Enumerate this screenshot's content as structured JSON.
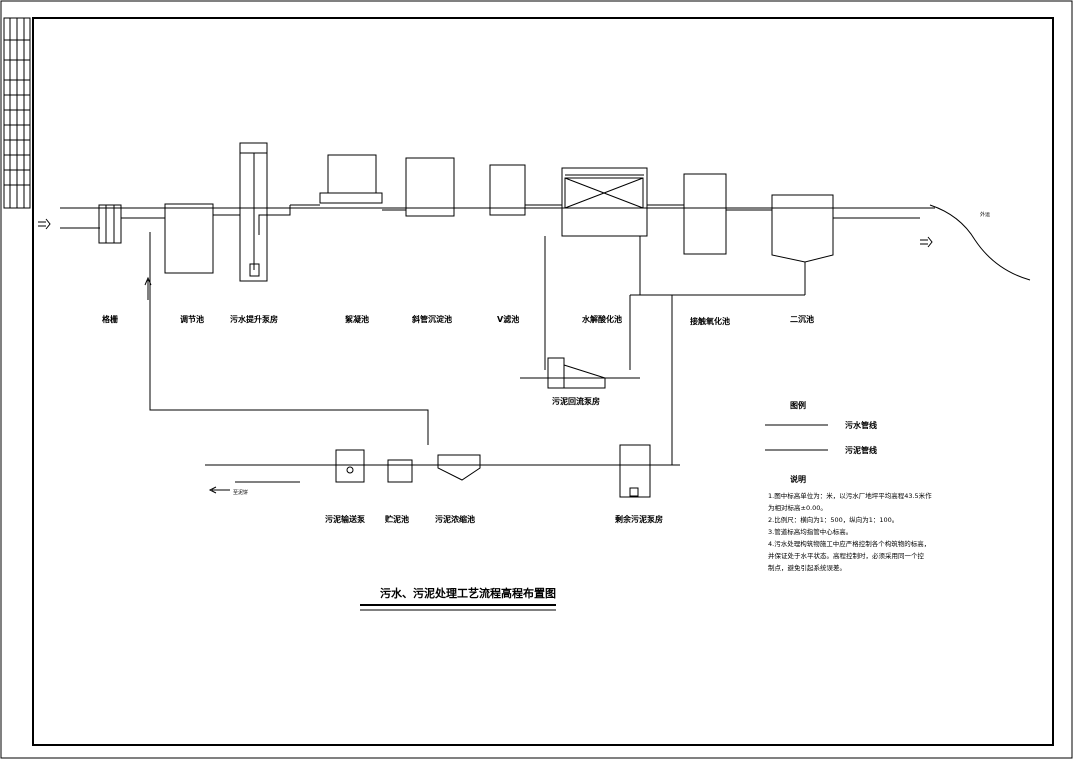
{
  "drawing": {
    "title": "污水、污泥处理工艺流程高程布置图",
    "units_labels": {
      "sewage_pipe": "污水管线",
      "sludge_pipe": "污泥管线"
    }
  },
  "units": [
    {
      "key": "u1",
      "label": "格栅"
    },
    {
      "key": "u2",
      "label": "调节池"
    },
    {
      "key": "u3",
      "label": "污水提升泵房"
    },
    {
      "key": "u4",
      "label": "絮凝池"
    },
    {
      "key": "u5",
      "label": "斜管沉淀池"
    },
    {
      "key": "u6",
      "label": "V滤池"
    },
    {
      "key": "u7",
      "label": "水解酸化池"
    },
    {
      "key": "u8",
      "label": "接触氧化池"
    },
    {
      "key": "u9",
      "label": "二沉池"
    },
    {
      "key": "u10",
      "label": "污泥回流泵房"
    },
    {
      "key": "u11",
      "label": "污泥输送泵"
    },
    {
      "key": "u12",
      "label": "贮泥池"
    },
    {
      "key": "u13",
      "label": "污泥浓缩池"
    },
    {
      "key": "u14",
      "label": "剩余污泥泵房"
    }
  ],
  "legend": {
    "heading": "图例",
    "items": [
      {
        "label": "污水管线"
      },
      {
        "label": "污泥管线"
      }
    ]
  },
  "notes": {
    "heading": "说明",
    "lines": [
      "1.图中标高单位为：米，以污水厂地坪平均高程43.5米作",
      "  为相对标高±0.00。",
      "2.比例尺：横向为1：500，纵向为1：100。",
      "3.管道标高均指管中心标高。",
      "4.污水处理构筑物施工中应严格控制各个构筑物的标高，",
      "  并保证处于水平状态。高程控制时，必须采用同一个控",
      "  制点，避免引起系统误差。"
    ]
  },
  "annotations": {
    "outfall": "外运",
    "sludge_outlet": "至泥饼"
  }
}
